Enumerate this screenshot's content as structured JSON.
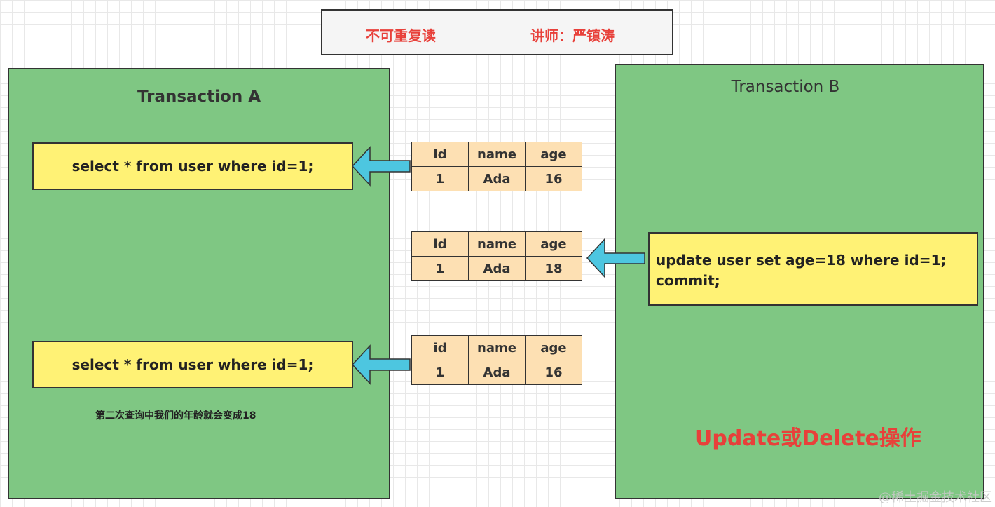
{
  "header": {
    "title": "不可重复读",
    "lecturer": "讲师：严镇涛"
  },
  "transaction_a": {
    "title": "Transaction    A",
    "query1": "select * from user where id=1;",
    "query2": "select * from user where id=1;",
    "note": "第二次查询中我们的年龄就会变成18"
  },
  "transaction_b": {
    "title": "Transaction    B",
    "statement_line1": "update user set age=18 where id=1;",
    "statement_line2": "commit;",
    "operation_label": "Update或Delete操作"
  },
  "tables": [
    {
      "headers": [
        "id",
        "name",
        "age"
      ],
      "row": [
        "1",
        "Ada",
        "16"
      ]
    },
    {
      "headers": [
        "id",
        "name",
        "age"
      ],
      "row": [
        "1",
        "Ada",
        "18"
      ]
    },
    {
      "headers": [
        "id",
        "name",
        "age"
      ],
      "row": [
        "1",
        "Ada",
        "16"
      ]
    }
  ],
  "watermark": "@稀土掘金技术社区",
  "colors": {
    "transaction_box": "#7fc783",
    "statement_box": "#fff275",
    "table": "#fde0b3",
    "arrow": "#4dc6e0",
    "accent_red": "#e8403a"
  }
}
